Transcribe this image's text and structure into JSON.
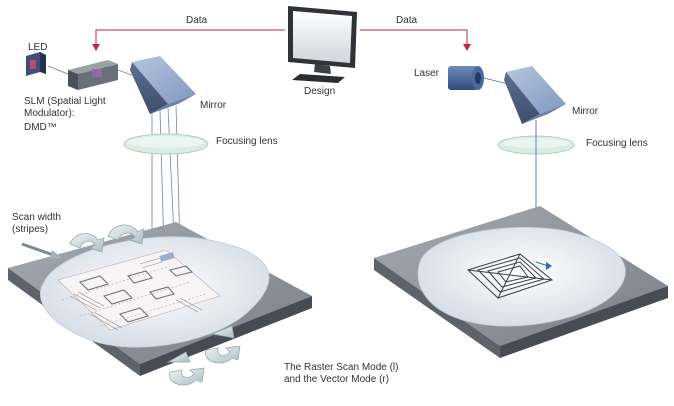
{
  "labels": {
    "data_left": "Data",
    "data_right": "Data",
    "design": "Design",
    "led": "LED",
    "slm": "SLM (Spatial Light Modulator):",
    "slm_line1": "SLM (Spatial Light",
    "slm_line2": "Modulator):",
    "dmd": "DMD™",
    "mirror_left": "Mirror",
    "mirror_right": "Mirror",
    "laser": "Laser",
    "focusing_lens_left": "Focusing lens",
    "focusing_lens_right": "Focusing lens",
    "scan_width_line1": "Scan width",
    "scan_width_line2": "(stripes)",
    "caption_line1": "The Raster Scan Mode (l)",
    "caption_line2": "and the Vector Mode (r)"
  },
  "colors": {
    "arrow_red": "#c4263a",
    "mirror_blue": "#8fa6c9",
    "lens_green": "#d9ede3",
    "plate_gray": "#8e939c",
    "wafer": "#e8edf3",
    "laser_blue": "#3f5f8f",
    "beam": "#5570a8"
  }
}
